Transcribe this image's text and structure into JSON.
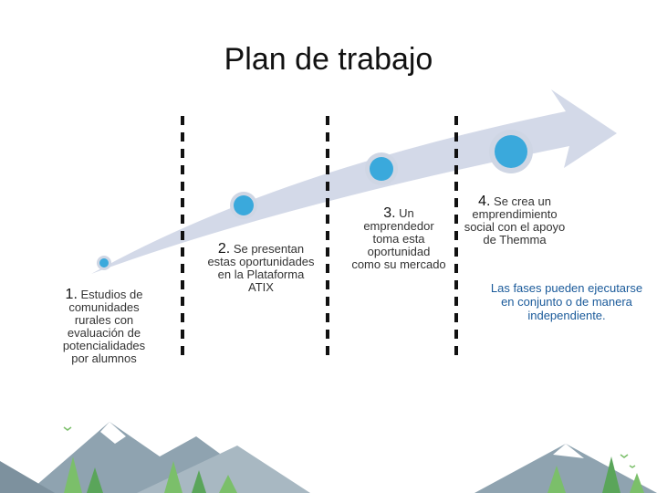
{
  "title": "Plan de trabajo",
  "steps": [
    {
      "number": "1.",
      "lead": "Estudios de",
      "rest": "comunidades rurales con evaluación de potencialidades por alumnos"
    },
    {
      "number": "2.",
      "lead": "Se presentan",
      "rest": "estas oportunidades en la Plataforma ATIX"
    },
    {
      "number": "3.",
      "lead": "Un",
      "rest": "emprendedor toma esta oportunidad como su mercado"
    },
    {
      "number": "4.",
      "lead": "Se crea un",
      "rest": "emprendimiento social con el apoyo de Themma"
    }
  ],
  "note": "Las fases pueden ejecutarse en conjunto o de manera independiente.",
  "colors": {
    "arrow": "#d3d9e8",
    "circle": "#3aa9dc",
    "circle_ring": "#cfd6e4",
    "divider": "#111111",
    "note_text": "#1a5a9a"
  }
}
